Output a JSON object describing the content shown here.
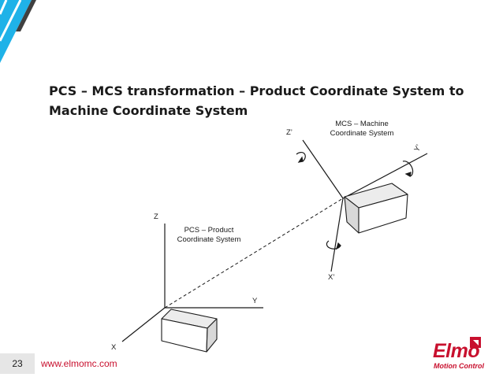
{
  "title": "PCS – MCS transformation – Product Coordinate System to Machine Coordinate System",
  "pcs": {
    "label_line1": "PCS – Product",
    "label_line2": "Coordinate System",
    "axis_x": "X",
    "axis_y": "Y",
    "axis_z": "Z"
  },
  "mcs": {
    "label_line1": "MCS – Machine",
    "label_line2": "Coordinate System",
    "axis_x": "X’",
    "axis_y": "Y’",
    "axis_z": "Z’"
  },
  "footer": {
    "page_number": "23",
    "url": "www.elmomc.com"
  },
  "logo": {
    "word": "Elmo",
    "tagline": "Motion Control"
  },
  "colors": {
    "brand_red": "#c8102e",
    "stripe_cyan": "#1fb2e8",
    "stripe_dark": "#404040",
    "box_gray": "#dcdcdc"
  }
}
